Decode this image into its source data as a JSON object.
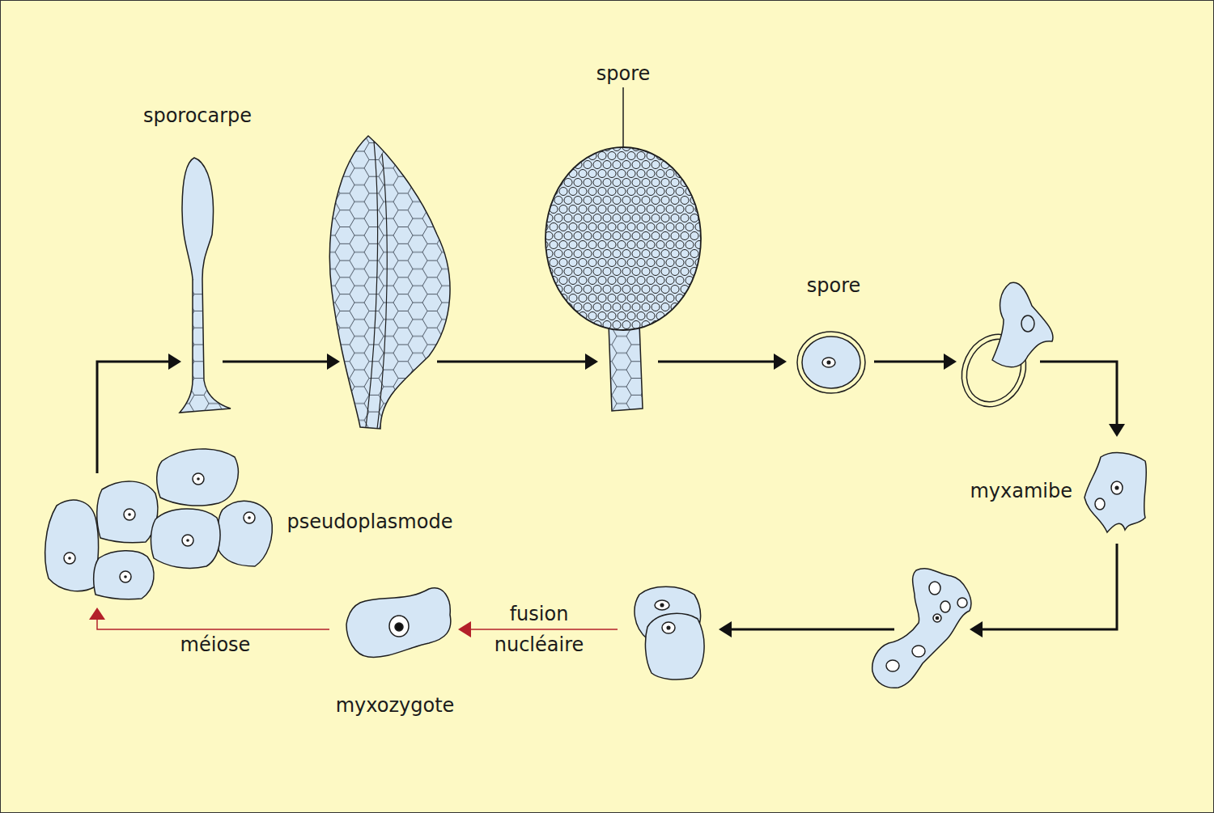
{
  "diagram": {
    "labels": [
      "sporocarpe",
      "spore",
      "spore",
      "myxamibe",
      "pseudoplasmode",
      "fusion nucléaire",
      "méiose",
      "myxozygote"
    ]
  }
}
